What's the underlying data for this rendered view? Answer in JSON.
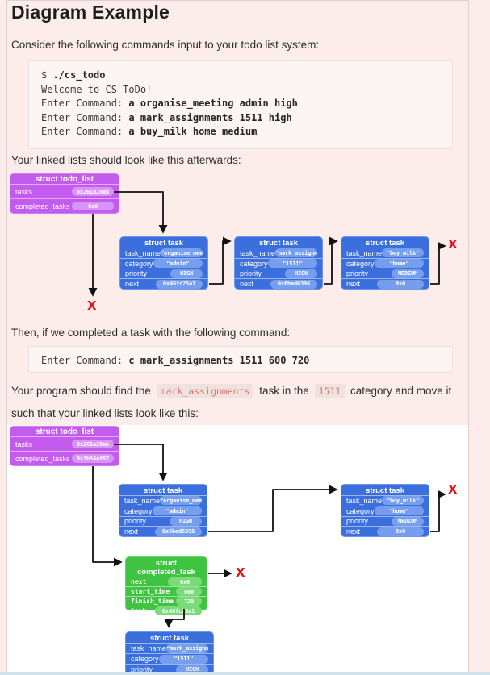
{
  "colors": {
    "page_bg": "#fcedea",
    "panel_bg": "#ffffff",
    "todo_list_box": "#c35bef",
    "task_box": "#3b6fdd",
    "completed_task_box": "#3ec440",
    "x_marker": "#e3101a",
    "arrow": "#111111",
    "inline_code_text": "#e17070",
    "bottom_strip": "#d2e2ed"
  },
  "header": {
    "title": "Diagram Example"
  },
  "intro": {
    "text": "Consider the following commands input to your todo list system:"
  },
  "terminal1": {
    "lines": [
      {
        "prompt": "$ ",
        "command": "./cs_todo"
      },
      {
        "prompt": "Welcome to CS ToDo!",
        "command": ""
      },
      {
        "prompt": "Enter Command: ",
        "command": "a organise_meeting admin high"
      },
      {
        "prompt": "Enter Command: ",
        "command": "a mark_assignments 1511 high"
      },
      {
        "prompt": "Enter Command: ",
        "command": "a buy_milk home medium"
      }
    ]
  },
  "afterwards": {
    "text": "Your linked lists should look like this afterwards:"
  },
  "then": {
    "text": "Then, if we completed a task with the following command:"
  },
  "terminal2": {
    "prompt": "Enter Command: ",
    "command": "c mark_assignments 1511 600 720"
  },
  "find": {
    "part1": "Your program should find the",
    "code1": "mark_assignments",
    "part2": "task in the",
    "code2": "1511",
    "part3": "category and move it such that your linked lists look like this:"
  },
  "labels": {
    "tasks": "tasks",
    "completed_tasks": "completed_tasks",
    "task_name": "task_name",
    "category": "category",
    "priority": "priority",
    "next": "next",
    "start_time": "start_time",
    "finish_time": "finish_time",
    "task": "task"
  },
  "x": "X",
  "diagram1": {
    "todo_list": {
      "title": "struct todo_list",
      "tasks": "0x261a28ab",
      "completed_tasks": "0x0"
    },
    "tasks": [
      {
        "title": "struct task",
        "task_name": "\"organise_meeting\"",
        "category": "\"admin\"",
        "priority": "HIGH",
        "next": "0x46fc25a1"
      },
      {
        "title": "struct task",
        "task_name": "\"mark_assignments\"",
        "category": "\"1511\"",
        "priority": "HIGH",
        "next": "0x6bad6396"
      },
      {
        "title": "struct task",
        "task_name": "\"buy_milk\"",
        "category": "\"home\"",
        "priority": "MEDIUM",
        "next": "0x0"
      }
    ]
  },
  "diagram2": {
    "todo_list": {
      "title": "struct todo_list",
      "tasks": "0x261a28ab",
      "completed_tasks": "0x1b54af67"
    },
    "tasks": [
      {
        "title": "struct task",
        "task_name": "\"organise_meeting\"",
        "category": "\"admin\"",
        "priority": "HIGH",
        "next": "0x6bad6396"
      },
      {
        "title": "struct task",
        "task_name": "\"buy_milk\"",
        "category": "\"home\"",
        "priority": "MEDIUM",
        "next": "0x0"
      },
      {
        "title": "struct task",
        "task_name": "\"mark_assignments\"",
        "category": "\"1511\"",
        "priority": "HIGH",
        "next": ""
      }
    ],
    "completed_task": {
      "title": "struct completed_task",
      "next": "0x0",
      "start_time": "600",
      "finish_time": "720",
      "task": "0x46fc25a1"
    }
  }
}
